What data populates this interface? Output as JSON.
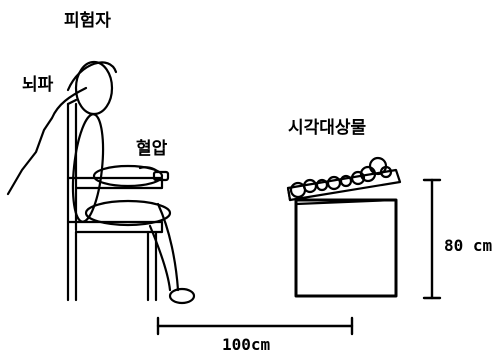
{
  "labels": {
    "subject": "피험자",
    "eeg": "뇌파",
    "blood_pressure": "혈압",
    "visual_object": "시각대상물",
    "height": "80 cm",
    "distance": "100cm"
  }
}
